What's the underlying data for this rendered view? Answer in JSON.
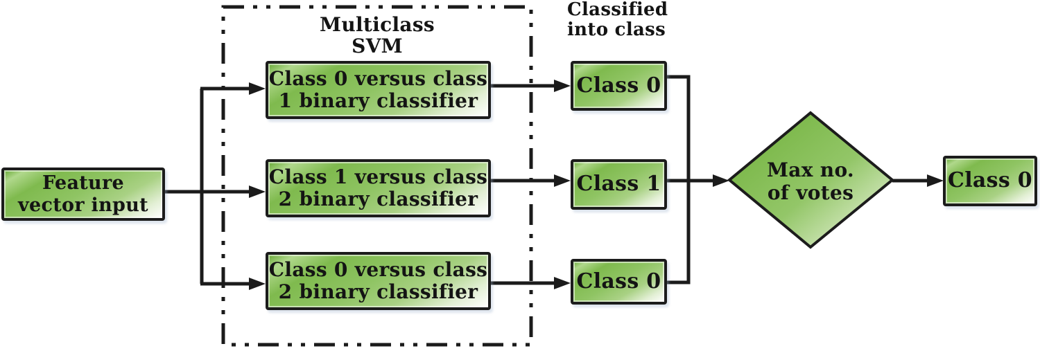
{
  "flow": {
    "input": {
      "label": "Feature\nvector input"
    },
    "svm_group": {
      "title": "Multiclass\nSVM",
      "classifiers": [
        {
          "label": "Class 0 versus class\n1 binary classifier"
        },
        {
          "label": "Class 1 versus class\n2 binary classifier"
        },
        {
          "label": "Class 0 versus class\n2 binary classifier"
        }
      ]
    },
    "classified_header": "Classified\ninto class",
    "vote_boxes": [
      {
        "label": "Class 0"
      },
      {
        "label": "Class 1"
      },
      {
        "label": "Class 0"
      }
    ],
    "decision": {
      "label": "Max no.\nof votes"
    },
    "result": {
      "label": "Class 0"
    },
    "colors": {
      "box_green": "#8fc463",
      "box_green_dark": "#66a834",
      "box_highlight": "#ffffff",
      "connector": "#1b1b1b",
      "text": "#141414",
      "background": "#ffffff"
    }
  }
}
